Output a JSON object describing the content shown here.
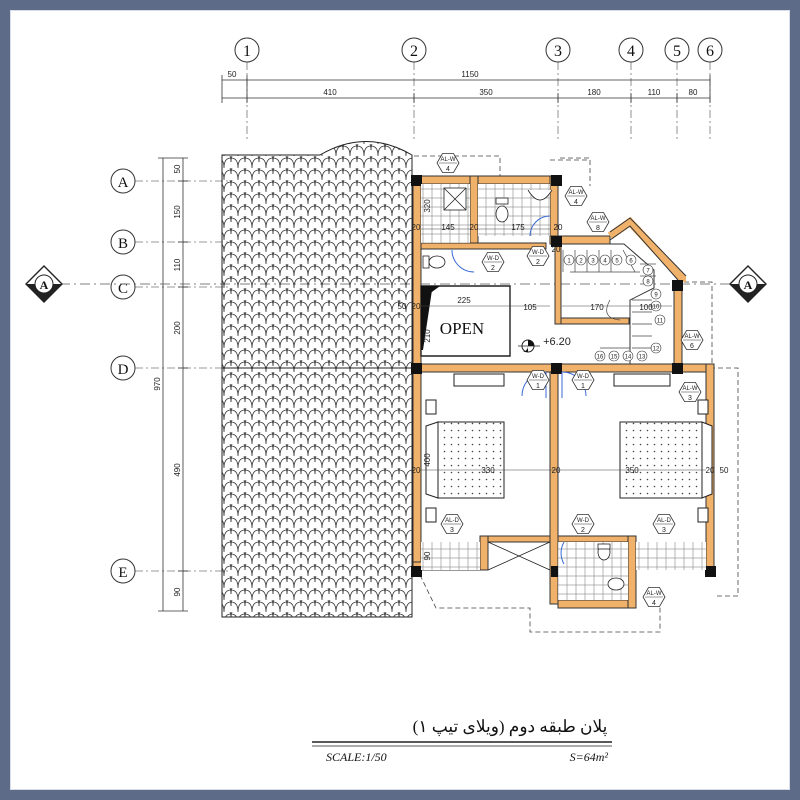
{
  "grid": {
    "columns": [
      "1",
      "2",
      "3",
      "4",
      "5",
      "6"
    ],
    "rows": [
      "A",
      "B",
      "C",
      "D",
      "E"
    ]
  },
  "dims_top": {
    "overall": "1150",
    "left_offset": "50",
    "spans": [
      "410",
      "350",
      "180",
      "110",
      "80"
    ]
  },
  "dims_left": {
    "overall": "970",
    "spans": [
      "50",
      "150",
      "110",
      "200",
      "490",
      "90"
    ]
  },
  "section_mark": "A",
  "rooms": {
    "open_label": "OPEN",
    "level": "+6.20",
    "stair_numbers": [
      "1",
      "2",
      "3",
      "4",
      "5",
      "6",
      "7",
      "8",
      "9",
      "10",
      "11",
      "12",
      "13",
      "14",
      "15",
      "16"
    ]
  },
  "interior_dims": [
    "320",
    "145",
    "175",
    "20",
    "20",
    "20",
    "20",
    "225",
    "105",
    "170",
    "100",
    "50",
    "210",
    "400",
    "330",
    "20",
    "350",
    "20",
    "50",
    "90",
    "20",
    "20"
  ],
  "tags": {
    "w_d": "W-D",
    "al_w": "AL-W",
    "al_d": "AL-D",
    "nums": [
      "4",
      "4",
      "8",
      "2",
      "2",
      "1",
      "1",
      "3",
      "6",
      "3",
      "3",
      "2",
      "4"
    ]
  },
  "title": {
    "main": "پلان طبقه دوم (ویلای تیپ ۱)",
    "scale": "SCALE:1/50",
    "area": "S=64m²"
  }
}
